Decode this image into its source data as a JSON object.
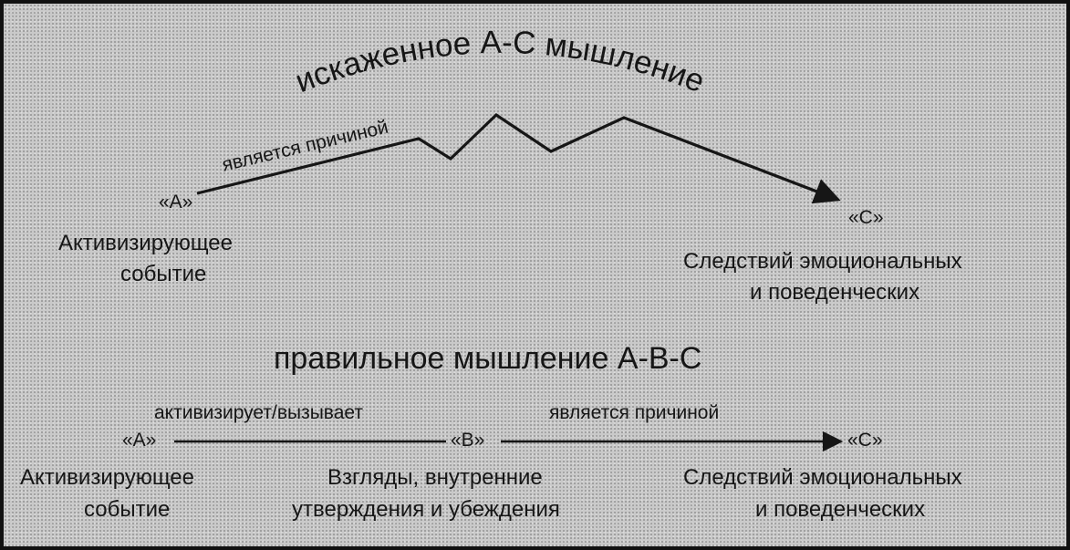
{
  "distorted": {
    "title": "искаженное А-С мышление",
    "edge_label": "является причиной",
    "node_a": {
      "tag": "«А»",
      "line1": "Активизирующее",
      "line2": "событие"
    },
    "node_c": {
      "tag": "«С»",
      "line1": "Следствий эмоциональных",
      "line2": "и поведенческих"
    }
  },
  "correct": {
    "title": "правильное мышление А-В-С",
    "edge1_label": "активизирует/вызывает",
    "edge2_label": "является причиной",
    "node_a": {
      "tag": "«А»",
      "line1": "Активизирующее",
      "line2": "событие"
    },
    "node_b": {
      "tag": "«В»",
      "line1": "Взгляды, внутренние",
      "line2": "утверждения и убеждения"
    },
    "node_c": {
      "tag": "«С»",
      "line1": "Следствий эмоциональных",
      "line2": "и поведенческих"
    }
  },
  "colors": {
    "background": "#c9c9c9",
    "ink": "#161616",
    "frame": "#111111"
  }
}
